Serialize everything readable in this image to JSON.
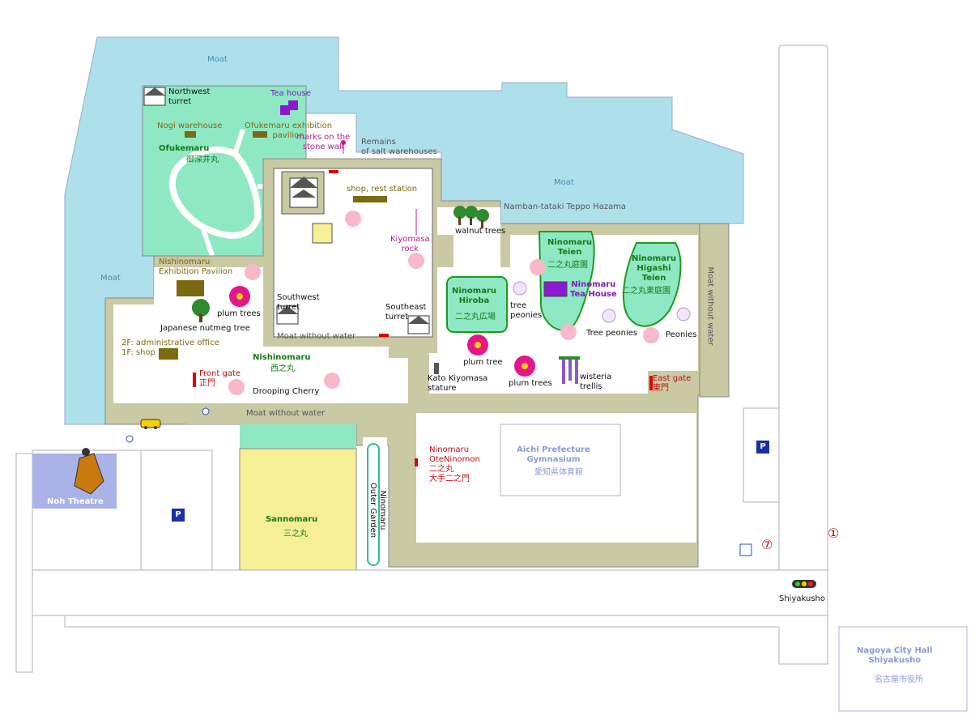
{
  "areas": {
    "moat_nw": "Moat",
    "moat_ne": "Moat",
    "moat_w": "Moat",
    "moat_inner": "Moat without water",
    "moat_south": "Moat without water",
    "moat_east": "Moat without water",
    "ofukemaru_en": "Ofukemaru",
    "ofukemaru_jp": "御深井丸",
    "nishinomaru_en": "Nishinomaru",
    "nishinomaru_jp": "西之丸",
    "sannomaru_en": "Sannomaru",
    "sannomaru_jp": "三之丸",
    "ninomaru_hiroba_en": "Ninomaru\nHiroba",
    "ninomaru_hiroba_jp": "二之丸広場",
    "ninomaru_teien_en": "Ninomaru\nTeien",
    "ninomaru_teien_jp": "二之丸庭園",
    "ninomaru_higashi_en": "Ninomaru\nHigashi\nTeien",
    "ninomaru_higashi_jp": "二之丸東庭園",
    "outer_garden": "Ninomaru\nOuter Garden"
  },
  "landmarks": {
    "northwest_turret": "Northwest\nturret",
    "tea_house": "Tea house",
    "nogi_warehouse": "Nogi warehouse",
    "ofukemaru_pavilion": "Ofukemaru exhibition\npavilion",
    "stone_marks": "marks on the\nstone wall",
    "salt_warehouses": "Remains\nof salt warehouses",
    "shop_rest": "shop, rest station",
    "nanban": "Namban-tataki Teppo Hazama",
    "walnut": "walnut trees",
    "kiyomasa_rock": "Kiyomasa\nrock",
    "nishinomaru_pavilion": "Nishinomaru\nExhibition Pavilion",
    "plum_trees_1": "plum trees",
    "nutmeg": "Japanese nutmeg tree",
    "southwest_turret": "Southwest\nturret",
    "southeast_turret": "Southeast\nturret",
    "admin_office": "2F: administrative office\n1F: shop",
    "front_gate_en": "Front gate",
    "front_gate_jp": "正門",
    "drooping_cherry": "Drooping Cherry",
    "kato_statue": "Kato Kiyomasa\nstature",
    "plum_trees_2": "plum tree",
    "plum_trees_3": "plum trees",
    "wisteria": "wisteria\ntrellis",
    "tree_peonies_1": "tree\npeonies",
    "ninomaru_tea_house": "Ninomaru\nTea House",
    "tree_peonies_2": "Tree peonies",
    "peonies": "Peonies",
    "east_gate_en": "East gate",
    "east_gate_jp": "東門",
    "otoninomon_en": "Ninomaru\nOteNinomon",
    "otoninomon_jp": "二之丸\n大手二之門",
    "gym_en": "Aichi Prefecture\nGymnasium",
    "gym_jp": "愛知県体育館",
    "noh_theatre": "Noh Theatre",
    "shiyakusho": "Shiyakusho",
    "city_hall_en": "Nagoya City Hall\nShiyakusho",
    "city_hall_jp": "名古屋市役所"
  },
  "markers": {
    "parking_1": "P",
    "parking_2": "P",
    "exit_7": "⑦",
    "exit_1": "①"
  },
  "colors": {
    "moat": "#aee0ec",
    "ground": "#c9c9a4",
    "garden": "#8fe8c4",
    "sannomaru": "#f7ef96",
    "road": "#ffffff",
    "green_border": "#1e9a1e"
  }
}
